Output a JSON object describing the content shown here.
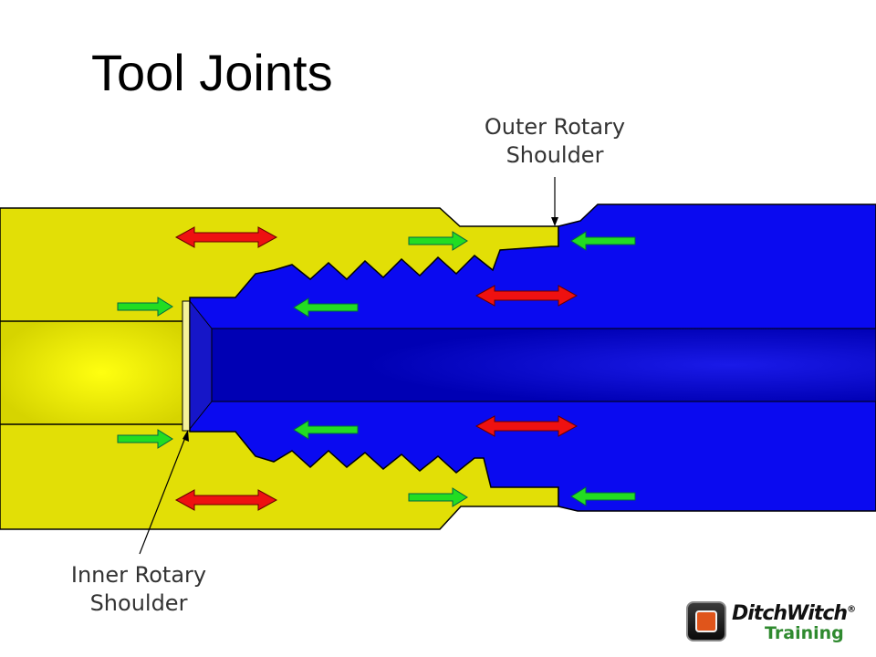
{
  "title": "Tool Joints",
  "labels": {
    "outer": {
      "line1": "Outer Rotary",
      "line2": "Shoulder"
    },
    "inner": {
      "line1": "Inner Rotary",
      "line2": "Shoulder"
    }
  },
  "logo": {
    "brand": "DitchWitch",
    "trademark": "®",
    "sub": "Training"
  },
  "colors": {
    "box_yellow": "#e2df06",
    "pin_blue": "#0a0af0",
    "compression_arrow": "#22dd22",
    "tension_arrow": "#ee1111"
  },
  "icons": {
    "tension": "double-headed-arrow",
    "compression": "single-headed-arrow"
  }
}
